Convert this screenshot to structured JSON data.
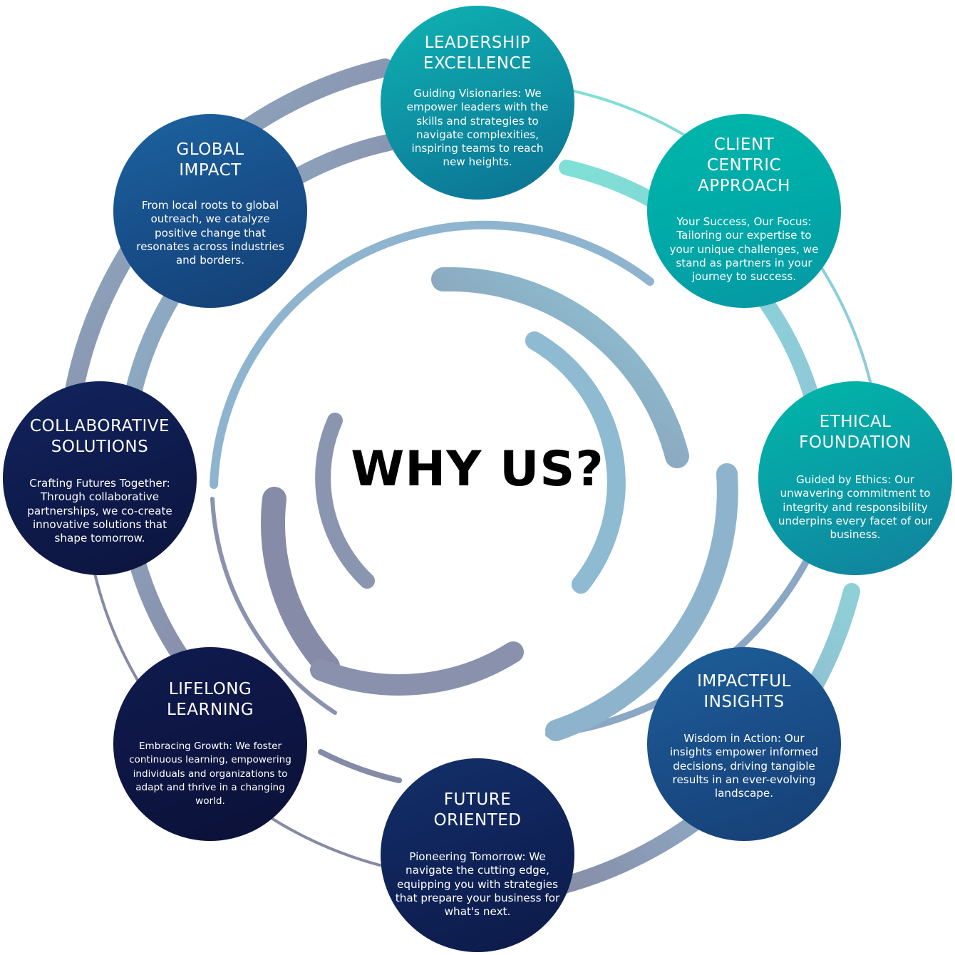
{
  "center": {
    "title": "WHY US?"
  },
  "colors": {
    "ring_teal": "#8fdcd6",
    "ring_blue": "#8fbfd6",
    "ring_slate": "#8a90aa",
    "text_light": "#ffffff",
    "title_dark": "#000000"
  },
  "nodes": [
    {
      "id": "leadership",
      "title": "LEADERSHIP EXCELLENCE",
      "title_lines": [
        "LEADERSHIP",
        "EXCELLENCE"
      ],
      "body": "Guiding Visionaries: We empower leaders with the skills and strategies to navigate complexities, inspiring teams to reach new heights."
    },
    {
      "id": "client",
      "title": "CLIENT CENTRIC APPROACH",
      "title_lines": [
        "CLIENT",
        "CENTRIC",
        "APPROACH"
      ],
      "body": "Your Success, Our Focus: Tailoring our expertise to your unique challenges, we stand as partners in your journey to success."
    },
    {
      "id": "ethical",
      "title": "ETHICAL FOUNDATION",
      "title_lines": [
        "ETHICAL",
        "FOUNDATION"
      ],
      "body": "Guided by Ethics: Our unwavering commitment to integrity and responsibility underpins every facet of our business."
    },
    {
      "id": "impactful",
      "title": "IMPACTFUL INSIGHTS",
      "title_lines": [
        "IMPACTFUL",
        "INSIGHTS"
      ],
      "body": "Wisdom in Action: Our insights empower informed decisions, driving tangible results in an ever-evolving landscape."
    },
    {
      "id": "future",
      "title": "FUTURE ORIENTED",
      "title_lines": [
        "FUTURE",
        "ORIENTED"
      ],
      "body": "Pioneering Tomorrow: We navigate the cutting edge, equipping you with strategies that prepare your business for what's next."
    },
    {
      "id": "lifelong",
      "title": "LIFELONG LEARNING",
      "title_lines": [
        "LIFELONG",
        "LEARNING"
      ],
      "body": "Embracing Growth: We foster continuous learning, empowering individuals and organizations to adapt and thrive in a changing world."
    },
    {
      "id": "collab",
      "title": "COLLABORATIVE SOLUTIONS",
      "title_lines": [
        "COLLABORATIVE",
        "SOLUTIONS"
      ],
      "body": "Crafting Futures Together: Through collaborative partnerships, we co-create innovative solutions that shape tomorrow."
    },
    {
      "id": "global",
      "title": "GLOBAL IMPACT",
      "title_lines": [
        "GLOBAL",
        "IMPACT"
      ],
      "body": "From local roots to global outreach, we catalyze positive change that resonates across industries and borders."
    }
  ]
}
